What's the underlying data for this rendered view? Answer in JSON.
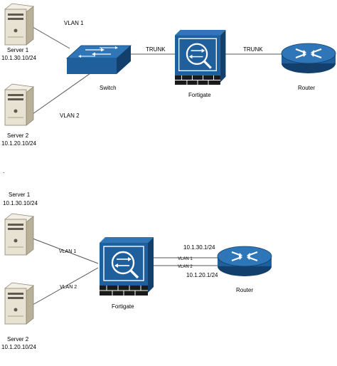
{
  "top_diagram": {
    "server1": {
      "name": "Server 1",
      "ip": "10.1.30.10/24"
    },
    "server2": {
      "name": "Server 2",
      "ip": "10.1.20.10/24"
    },
    "vlan1_label": "VLAN 1",
    "vlan2_label": "VLAN 2",
    "switch_label": "Switch",
    "trunk_left_label": "TRUNK",
    "trunk_right_label": "TRUNK",
    "fortigate_label": "Fortigate",
    "router_label": "Router"
  },
  "separator_mark": ".",
  "bottom_diagram": {
    "server1": {
      "name": "Server 1",
      "ip": "10.1.30.10/24"
    },
    "server2": {
      "name": "Server 2",
      "ip": "10.1.20.10/24"
    },
    "vlan1_label": "VLAN 1",
    "vlan2_label": "VLAN 2",
    "fortigate_label": "Fortigate",
    "router_label": "Router",
    "router_vlan1_label": "VLAN 1",
    "router_vlan2_label": "VLAN 2",
    "router_ip1": "10.1.30.1/24",
    "router_ip2": "10.1.20.1/24"
  },
  "colors": {
    "device_blue": "#1e5f9c",
    "device_blue_dark": "#123f6b",
    "server_body": "#e8e2d2",
    "server_shadow": "#b9b09a",
    "link_line": "#555555"
  }
}
